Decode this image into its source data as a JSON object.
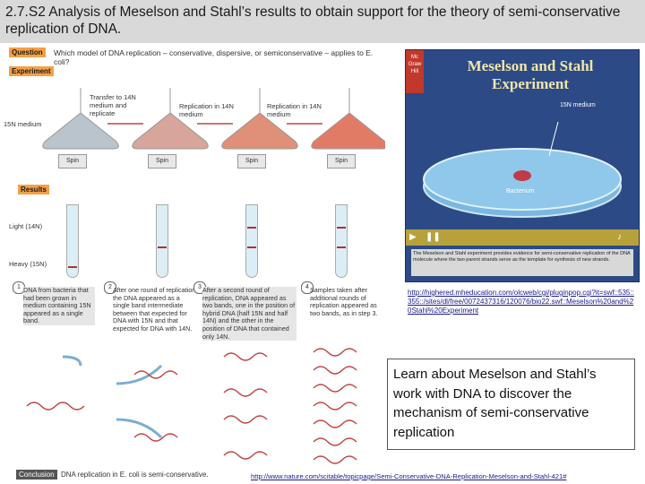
{
  "title": "2.7.S2 Analysis of Meselson and Stahl’s results to obtain support for the theory of semi-conservative replication of DNA.",
  "figure": {
    "question_tag": "Question",
    "question_text": "Which model of DNA replication – conservative, dispersive, or semiconservative – applies to E. coli?",
    "experiment_tag": "Experiment",
    "n15_medium": "15N medium",
    "transfer_label": "Transfer to 14N medium and replicate",
    "replication_label_1": "Replication in 14N medium",
    "replication_label_2": "Replication in 14N medium",
    "spin_label": "Spin",
    "results_tag": "Results",
    "light_label": "Light (14N)",
    "heavy_label": "Heavy (15N)",
    "steps": [
      {
        "num": "1",
        "text": "DNA from bacteria that had been grown in medium containing 15N appeared as a single band."
      },
      {
        "num": "2",
        "text": "After one round of replication, the DNA appeared as a single band intermediate between that expected for DNA with 15N and that expected for DNA with 14N."
      },
      {
        "num": "3",
        "text": "After a second round of replication, DNA appeared as two bands, one in the position of hybrid DNA (half 15N and half 14N) and the other in the position of DNA that contained only 14N."
      },
      {
        "num": "4",
        "text": "Samples taken after additional rounds of replication appeared as two bands, as in step 3."
      }
    ],
    "conclusion_tag": "Conclusion",
    "conclusion_text": "DNA replication in E. coli is semi-conservative."
  },
  "video": {
    "logo": "Mc Graw Hill",
    "title": "Meselson and Stahl Experiment",
    "medium_label": "15N medium",
    "bacterium_label": "Bacterium",
    "caption": "The Meselson and Stahl experiment provides evidence for semi-conservative replication of the DNA molecule where the two parent strands serve as the template for synthesis of new strands."
  },
  "link1": "http://highered.mheducation.com/olcweb/cgi/pluginpop.cgi?it=swf::535::355::/sites/dl/free/0072437316/120076/bio22.swf::Meselson%20and%20Stahl%20Experiment",
  "description": "Learn about Meselson and Stahl’s work with DNA to discover the mechanism of semi-conservative replication",
  "link2": "http://www.nature.com/scitable/topicpage/Semi-Conservative-DNA-Replication-Meselson-and-Stahl-421#"
}
